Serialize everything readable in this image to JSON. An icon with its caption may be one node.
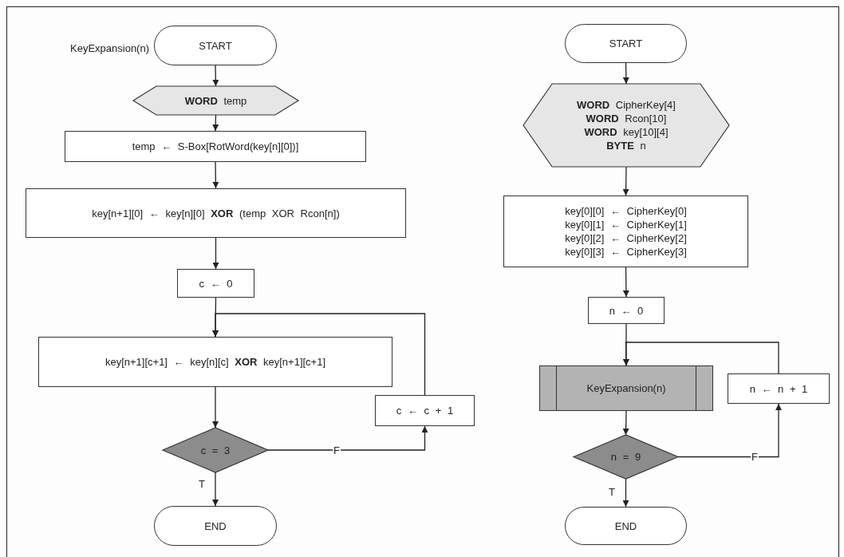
{
  "diagram": {
    "nodes": [
      {
        "text": [
          "START"
        ],
        "beside": [
          "KeyExpansion(n)"
        ]
      },
      {
        "text": [
          "**WORD** temp"
        ]
      },
      {
        "text": [
          "temp ← S-Box[RotWord(key[n][0])]"
        ]
      },
      {
        "text": [
          "key[n+1][0] ← key[n][0] **XOR** (temp XOR Rcon[n])"
        ]
      },
      {
        "text": [
          "c ← 0"
        ]
      },
      {
        "text": [
          "key[n+1][c+1] ← key[n][c] **XOR** key[n+1][c+1]"
        ]
      },
      {
        "text": [
          "c = 3"
        ]
      },
      {
        "text": [
          "END"
        ]
      },
      {
        "text": [
          "c ← c + 1"
        ]
      },
      {
        "text": [
          "START"
        ]
      },
      {
        "text": [
          "**WORD** CipherKey[4]",
          "**WORD** Rcon[10]",
          "**WORD** key[10][4]",
          "**BYTE** n"
        ]
      },
      {
        "text": [
          "key[0][0] ← CipherKey[0]",
          "key[0][1] ← CipherKey[1]",
          "key[0][2] ← CipherKey[2]",
          "key[0][3] ← CipherKey[3]"
        ]
      },
      {
        "text": [
          "n ← 0"
        ]
      },
      {
        "text": [
          "KeyExpansion(n)"
        ]
      },
      {
        "text": [
          "n = 9"
        ]
      },
      {
        "text": [
          "END"
        ]
      },
      {
        "text": [
          "n ← n + 1"
        ]
      }
    ],
    "edges": [
      {
        "from": 0,
        "to": 1,
        "arrow": "to"
      },
      {
        "from": 1,
        "to": 2,
        "arrow": "to"
      },
      {
        "from": 2,
        "to": 3,
        "arrow": "to"
      },
      {
        "from": 3,
        "to": 4,
        "arrow": "to"
      },
      {
        "from": 4,
        "to": 5,
        "arrow": "to"
      },
      {
        "from": 5,
        "to": 6,
        "arrow": "to"
      },
      {
        "from": 6,
        "to": 7,
        "arrow": "to",
        "label": "T"
      },
      {
        "from": 6,
        "to": 8,
        "arrow": "to",
        "label": "F"
      },
      {
        "from": 8,
        "to": 5,
        "arrow": "to"
      },
      {
        "from": 9,
        "to": 10,
        "arrow": "to"
      },
      {
        "from": 10,
        "to": 11,
        "arrow": "to"
      },
      {
        "from": 11,
        "to": 12,
        "arrow": "to"
      },
      {
        "from": 12,
        "to": 13,
        "arrow": "to"
      },
      {
        "from": 13,
        "to": 14,
        "arrow": "to"
      },
      {
        "from": 14,
        "to": 15,
        "arrow": "to",
        "label": "T"
      },
      {
        "from": 14,
        "to": 16,
        "arrow": "to",
        "label": "F"
      },
      {
        "from": 16,
        "to": 13,
        "arrow": "to"
      }
    ]
  }
}
